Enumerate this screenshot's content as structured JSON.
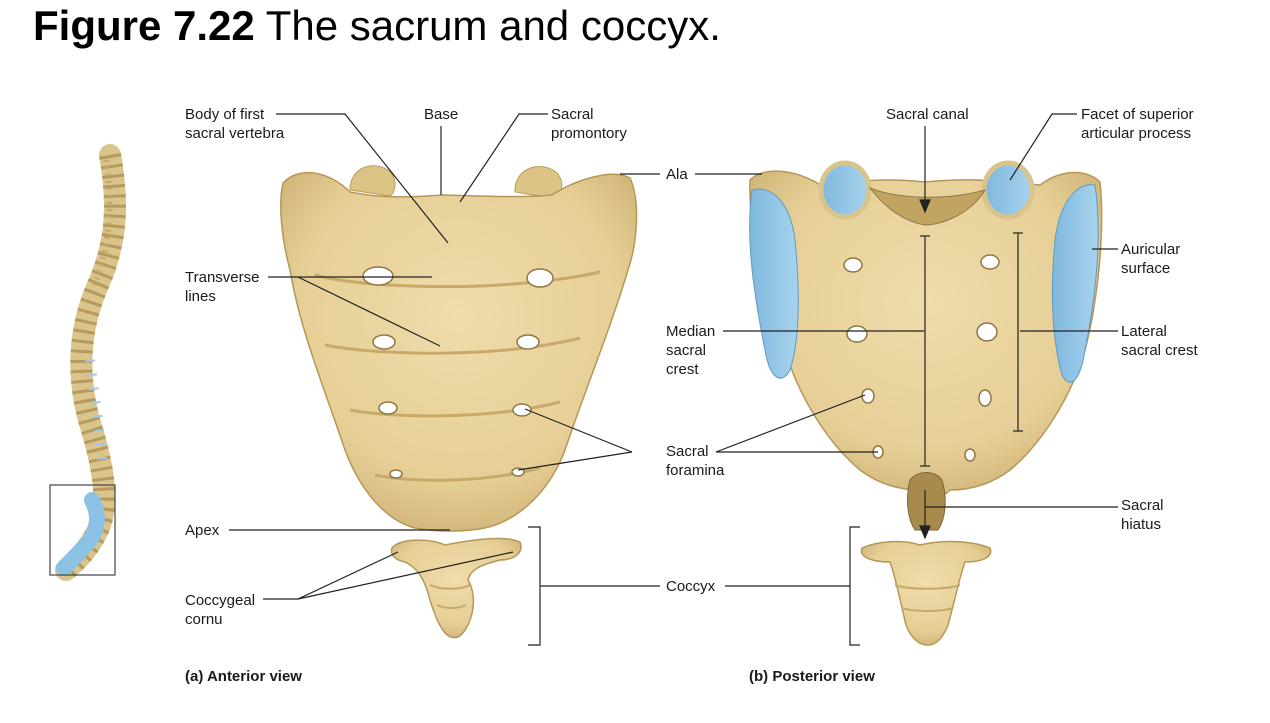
{
  "title": {
    "number": "Figure 7.22",
    "text": "The sacrum and coccyx."
  },
  "labels": {
    "body_first_sacral": "Body of first\nsacral vertebra",
    "base": "Base",
    "sacral_promontory": "Sacral\npromontory",
    "ala": "Ala",
    "sacral_canal": "Sacral canal",
    "facet_superior_articular": "Facet of superior\narticular process",
    "transverse_lines": "Transverse\nlines",
    "auricular_surface": "Auricular\nsurface",
    "median_sacral_crest": "Median\nsacral\ncrest",
    "lateral_sacral_crest": "Lateral\nsacral crest",
    "sacral_foramina": "Sacral\nforamina",
    "sacral_hiatus": "Sacral\nhiatus",
    "apex": "Apex",
    "coccyx": "Coccyx",
    "coccygeal_cornu": "Coccygeal\ncornu"
  },
  "captions": {
    "anterior": "(a) Anterior view",
    "posterior": "(b) Posterior view"
  },
  "colors": {
    "bone": "#e8d29c",
    "bone_shadow": "#c9ae6e",
    "cartilage": "#8cc2e3",
    "line": "#222222"
  }
}
